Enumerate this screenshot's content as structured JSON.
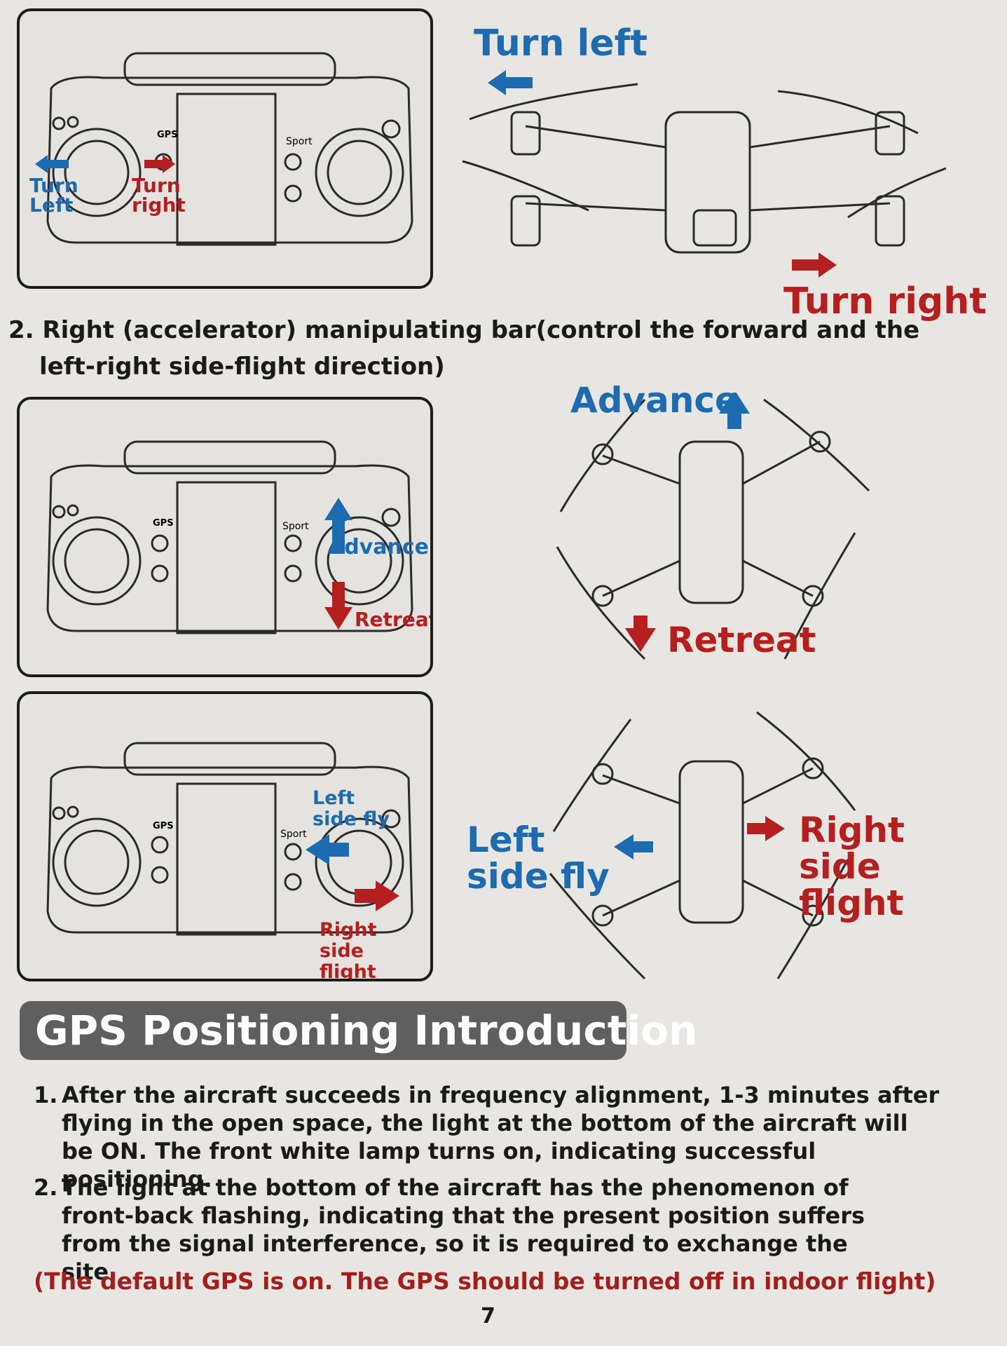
{
  "panel1": {
    "left_label": "Turn Left",
    "right_label": "Turn right",
    "gps": "GPS",
    "sport": "Sport"
  },
  "drone1": {
    "turn_left": "Turn left",
    "turn_right": "Turn right"
  },
  "section2": {
    "line1": "2. Right (accelerator) manipulating bar(control the forward and the",
    "line2": "left-right side-flight direction)"
  },
  "panel2": {
    "advance": "Advance",
    "retreat": "Retreat",
    "gps": "GPS",
    "sport": "Sport"
  },
  "drone2": {
    "advance": "Advance",
    "retreat": "Retreat"
  },
  "panel3": {
    "left_side": "Left side fly",
    "right_side": "Right side flight",
    "gps": "GPS",
    "sport": "Sport"
  },
  "drone3": {
    "left_side": "Left side fly",
    "right_side": "Right side flight"
  },
  "heading": "GPS Positioning Introduction",
  "items": [
    {
      "num": "1.",
      "text": "After the aircraft succeeds in frequency alignment, 1-3 minutes after flying in the open space, the light at the bottom of the aircraft will be ON. The front white lamp turns on, indicating successful positioning."
    },
    {
      "num": "2.",
      "text": "The light at the bottom of the aircraft has the phenomenon of front-back flashing, indicating that the present position suffers from the signal interference, so it is required to exchange the site."
    }
  ],
  "note": "(The default GPS is on. The GPS should be turned off in indoor flight)",
  "page_number": "7",
  "colors": {
    "blue": "#1d6bb0",
    "red": "#b51f1f",
    "heading_bg": "#5f5f5f"
  }
}
